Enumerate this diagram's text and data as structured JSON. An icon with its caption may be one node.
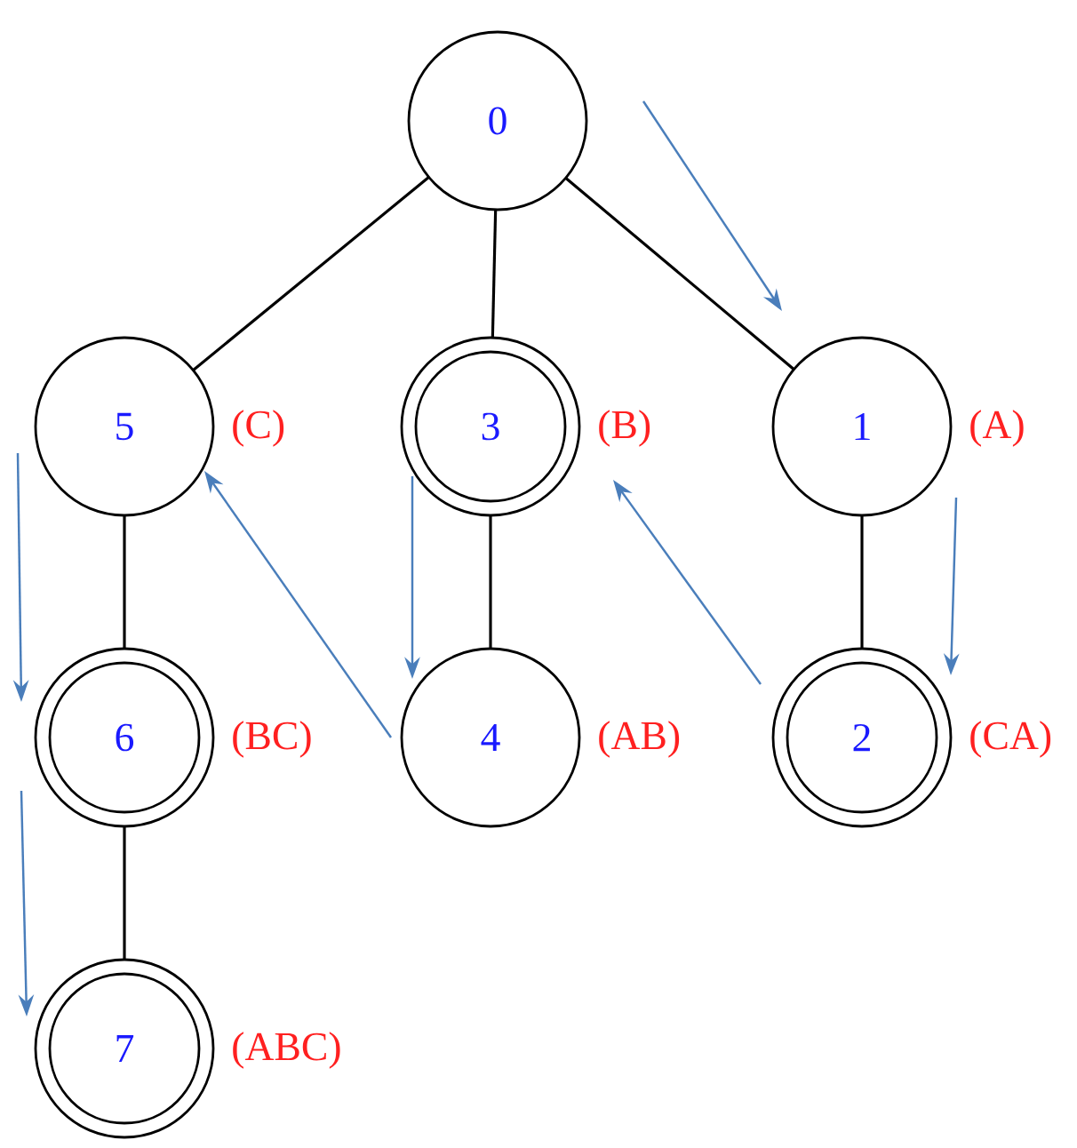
{
  "diagram": {
    "nodes": [
      {
        "text": [
          "0"
        ]
      },
      {
        "text": [
          "5"
        ],
        "beside": [
          "(C)"
        ]
      },
      {
        "text": [
          "3"
        ],
        "beside": [
          "(B)"
        ]
      },
      {
        "text": [
          "1"
        ],
        "beside": [
          "(A)"
        ]
      },
      {
        "text": [
          "6"
        ],
        "beside": [
          "(BC)"
        ]
      },
      {
        "text": [
          "4"
        ],
        "beside": [
          "(AB)"
        ]
      },
      {
        "text": [
          "2"
        ],
        "beside": [
          "(CA)"
        ]
      },
      {
        "text": [
          "7"
        ],
        "beside": [
          "(ABC)"
        ]
      }
    ],
    "edges": [
      {
        "from": 0,
        "to": 1,
        "arrow": "none"
      },
      {
        "from": 0,
        "to": 2,
        "arrow": "none"
      },
      {
        "from": 0,
        "to": 3,
        "arrow": "none"
      },
      {
        "from": 1,
        "to": 4,
        "arrow": "none"
      },
      {
        "from": 2,
        "to": 5,
        "arrow": "none"
      },
      {
        "from": 3,
        "to": 6,
        "arrow": "none"
      },
      {
        "from": 4,
        "to": 7,
        "arrow": "none"
      },
      {
        "from": 0,
        "to": 3,
        "arrow": "to",
        "color": "#4a7ebb"
      },
      {
        "from": 3,
        "to": 6,
        "arrow": "to",
        "color": "#4a7ebb"
      },
      {
        "from": 6,
        "to": 2,
        "arrow": "to",
        "color": "#4a7ebb"
      },
      {
        "from": 2,
        "to": 5,
        "arrow": "to",
        "color": "#4a7ebb"
      },
      {
        "from": 5,
        "to": 1,
        "arrow": "to",
        "color": "#4a7ebb"
      },
      {
        "from": 1,
        "to": 4,
        "arrow": "to",
        "color": "#4a7ebb"
      },
      {
        "from": 4,
        "to": 7,
        "arrow": "to",
        "color": "#4a7ebb"
      }
    ]
  }
}
